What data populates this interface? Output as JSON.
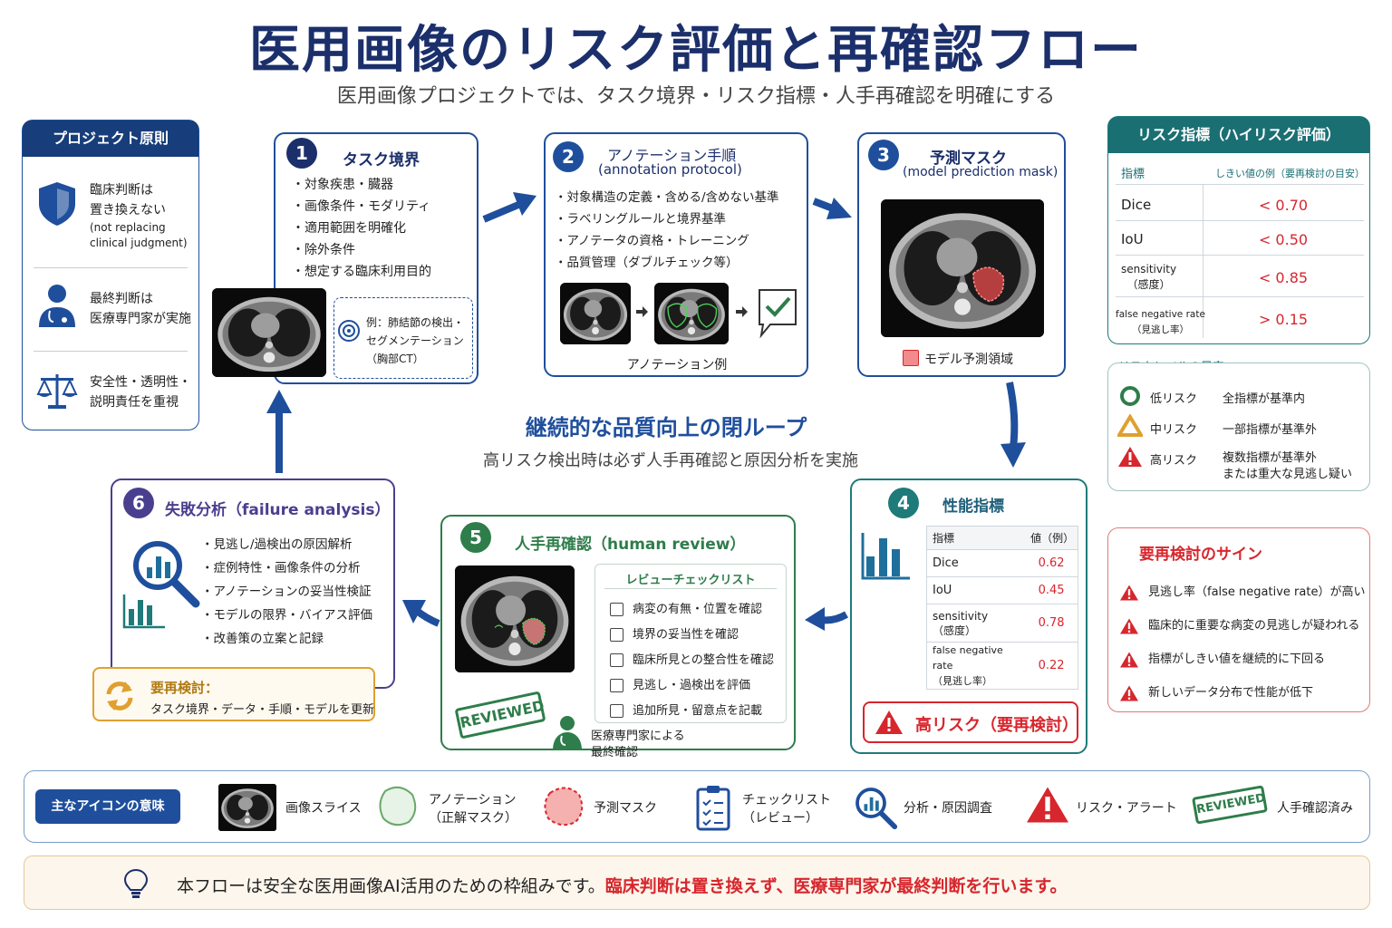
{
  "title": "医用画像のリスク評価と再確認フロー",
  "subtitle": "医用画像プロジェクトでは、タスク境界・リスク指標・人手再確認を明確にする",
  "principles": {
    "header": "プロジェクト原則",
    "items": [
      {
        "icon": "shield-icon",
        "lines": [
          "臨床判断は",
          "置き換えない"
        ],
        "note": [
          "(not replacing",
          "clinical judgment)"
        ]
      },
      {
        "icon": "doctor-icon",
        "lines": [
          "最終判断は",
          "医療専門家が実施"
        ],
        "note": []
      },
      {
        "icon": "scale-icon",
        "lines": [
          "安全性・透明性・",
          "説明責任を重視"
        ],
        "note": []
      }
    ]
  },
  "step1": {
    "num": "1",
    "title": "タスク境界",
    "bullets": [
      "対象疾患・臓器",
      "画像条件・モダリティ",
      "適用範囲を明確化",
      "除外条件",
      "想定する臨床利用目的"
    ],
    "example": [
      "例：肺結節の検出・",
      "セグメンテーション",
      "（胸部CT）"
    ]
  },
  "step2": {
    "num": "2",
    "title": "アノテーション手順",
    "subtitle": "(annotation protocol)",
    "bullets": [
      "対象構造の定義・含める/含めない基準",
      "ラベリングルールと境界基準",
      "アノテータの資格・トレーニング",
      "品質管理（ダブルチェック等）"
    ],
    "caption": "アノテーション例"
  },
  "step3": {
    "num": "3",
    "title": "予測マスク",
    "subtitle": "(model prediction mask)",
    "legend": "モデル予測領域"
  },
  "step4": {
    "num": "4",
    "title": "性能指標",
    "headers": [
      "指標",
      "値（例）"
    ],
    "rows": [
      {
        "label": [
          "Dice"
        ],
        "value": "0.62"
      },
      {
        "label": [
          "IoU"
        ],
        "value": "0.45"
      },
      {
        "label": [
          "sensitivity",
          "（感度）"
        ],
        "value": "0.78"
      },
      {
        "label": [
          "false negative rate",
          "（見逃し率）"
        ],
        "value": "0.22"
      }
    ],
    "alert": "高リスク（要再検討）"
  },
  "step5": {
    "num": "5",
    "title": "人手再確認（human review）",
    "checklist_title": "レビューチェックリスト",
    "checklist": [
      "病変の有無・位置を確認",
      "境界の妥当性を確認",
      "臨床所見との整合性を確認",
      "見逃し・過検出を評価",
      "追加所見・留意点を記載"
    ],
    "stamp": "REVIEWED",
    "expert": [
      "医療専門家による",
      "最終確認"
    ]
  },
  "step6": {
    "num": "6",
    "title": "失敗分析（failure analysis）",
    "bullets": [
      "見逃し/過検出の原因解析",
      "症例特性・画像条件の分析",
      "アノテーションの妥当性検証",
      "モデルの限界・バイアス評価",
      "改善策の立案と記録"
    ],
    "recheck_title": "要再検討：",
    "recheck_text": "タスク境界・データ・手順・モデルを更新"
  },
  "loop": {
    "title": "継続的な品質向上の閉ループ",
    "text": "高リスク検出時は必ず人手再確認と原因分析を実施"
  },
  "risk": {
    "header": "リスク指標（ハイリスク評価）",
    "col1": "指標",
    "col2": "しきい値の例（要再検討の目安）",
    "rows": [
      {
        "label": [
          "Dice"
        ],
        "value": "< 0.70"
      },
      {
        "label": [
          "IoU"
        ],
        "value": "< 0.50"
      },
      {
        "label": [
          "sensitivity",
          "（感度）"
        ],
        "value": "< 0.85"
      },
      {
        "label": [
          "false negative rate",
          "（見逃し率）"
        ],
        "value": "> 0.15"
      }
    ]
  },
  "levels": {
    "title": "リスクレベルの目安",
    "items": [
      {
        "name": "低リスク",
        "desc": [
          "全指標が基準内"
        ]
      },
      {
        "name": "中リスク",
        "desc": [
          "一部指標が基準外"
        ]
      },
      {
        "name": "高リスク",
        "desc": [
          "複数指標が基準外",
          "または重大な見逃し疑い"
        ]
      }
    ]
  },
  "signs": {
    "title": "要再検討のサイン",
    "items": [
      "見逃し率（false negative rate）が高い",
      "臨床的に重要な病変の見逃しが疑われる",
      "指標がしきい値を継続的に下回る",
      "新しいデータ分布で性能が低下"
    ]
  },
  "legend": {
    "title": "主なアイコンの意味",
    "items": [
      {
        "icon": "ct-slice-icon",
        "label": [
          "画像スライス"
        ]
      },
      {
        "icon": "annotation-blob-icon",
        "label": [
          "アノテーション",
          "（正解マスク）"
        ]
      },
      {
        "icon": "prediction-blob-icon",
        "label": [
          "予測マスク"
        ]
      },
      {
        "icon": "checklist-icon",
        "label": [
          "チェックリスト",
          "（レビュー）"
        ]
      },
      {
        "icon": "analysis-icon",
        "label": [
          "分析・原因調査"
        ]
      },
      {
        "icon": "alert-icon",
        "label": [
          "リスク・アラート"
        ]
      },
      {
        "icon": "reviewed-stamp-icon",
        "label": [
          "人手確認済み"
        ]
      }
    ],
    "stamp": "REVIEWED"
  },
  "footer": {
    "normal": "本フローは安全な医用画像AI活用のための枠組みです。",
    "emph": "臨床判断は置き換えず、医療専門家が最終判断を行います。"
  },
  "colors": {
    "navy": "#1b2f6b",
    "blue": "#1f4f9c",
    "teal": "#1f7a7a",
    "green": "#2e7d4a",
    "purple": "#4a3f8f",
    "red": "#d7262d",
    "amber": "#e0a030"
  }
}
